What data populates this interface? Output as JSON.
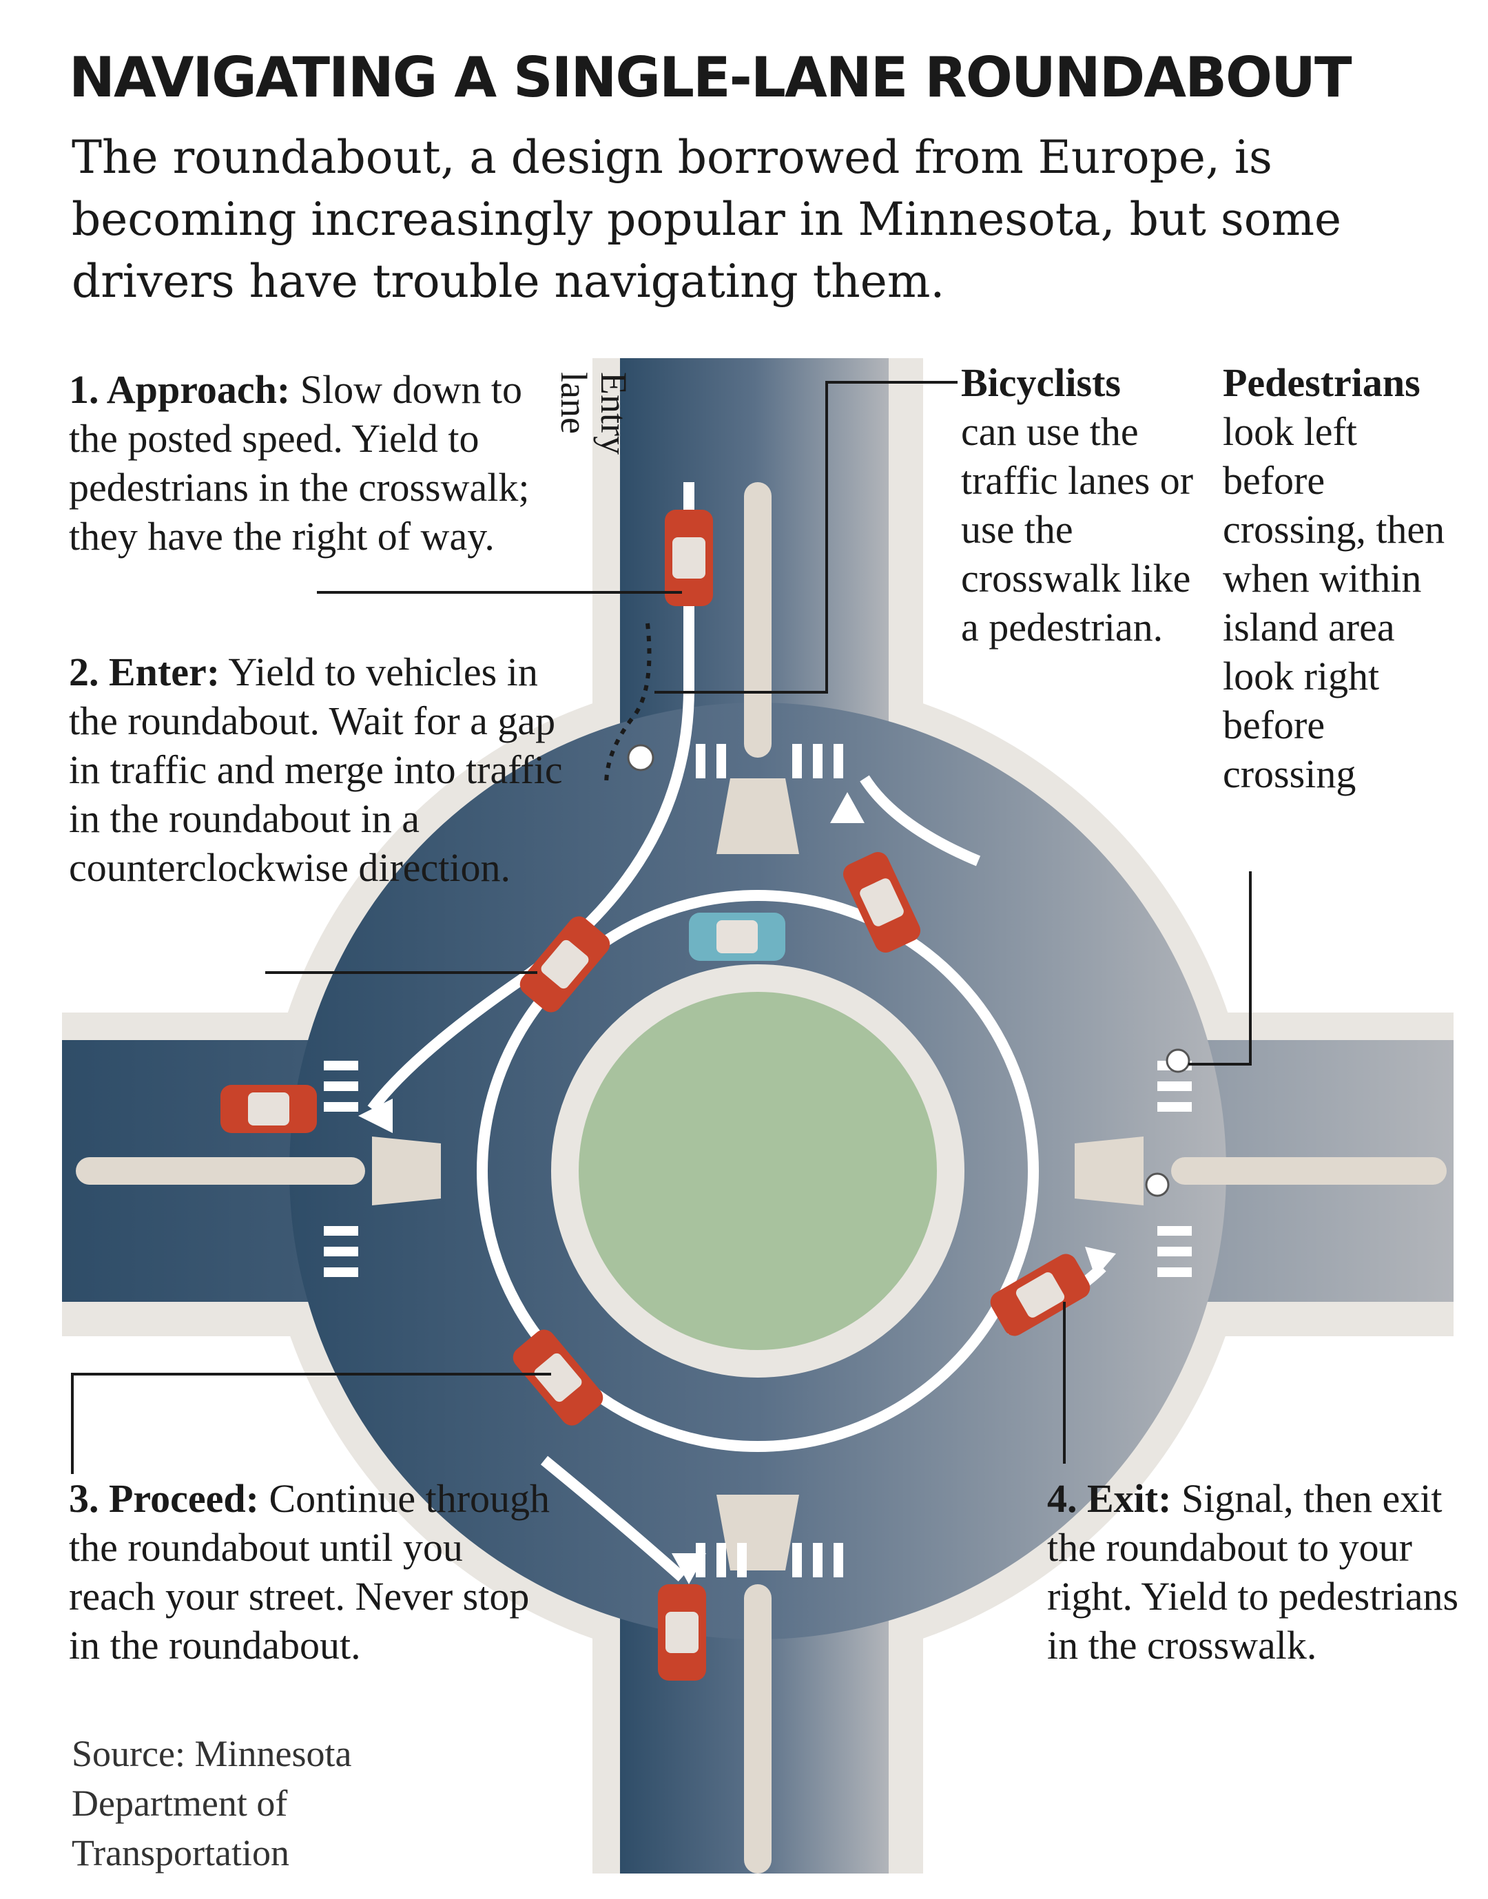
{
  "title": "NAVIGATING A SINGLE-LANE ROUNDABOUT",
  "subtitle": "The roundabout, a design borrowed from Europe, is becoming increasingly popular in Minnesota, but some drivers have trouble navigating them.",
  "entry_lane": {
    "line1": "Entry",
    "line2": "lane"
  },
  "steps": {
    "approach": {
      "heading": "1. Approach:",
      "text": "Slow down to the posted speed. Yield to pedestrians in the crosswalk; they have the right of way."
    },
    "enter": {
      "heading": "2. Enter:",
      "text": "Yield to vehicles in the roundabout. Wait for a gap in traffic and merge into traffic in the roundabout in a counterclockwise direction."
    },
    "proceed": {
      "heading": "3. Proceed:",
      "text": "Continue through the roundabout until you reach your street. Never stop in the roundabout."
    },
    "exit": {
      "heading": "4. Exit:",
      "text": "Signal, then exit the roundabout to your right. Yield to pedestrians in the crosswalk."
    }
  },
  "bicyclists": {
    "heading": "Bicyclists",
    "text": "can use the traffic lanes or use the crosswalk like a pedestrian."
  },
  "pedestrians": {
    "heading": "Pedestrians",
    "text": "look left before crossing, then when within island area look right before crossing"
  },
  "source": {
    "line1": "Source: Minnesota",
    "line2": "Department of",
    "line3": "Transportation"
  },
  "colors": {
    "road_dark": "#33536d",
    "road_light": "#b4b6bb",
    "sidewalk": "#e9e6e1",
    "island_green": "#a8c29e",
    "median": "#e0d9cf",
    "car_red": "#c9432a",
    "car_blue": "#6fb3c3"
  }
}
